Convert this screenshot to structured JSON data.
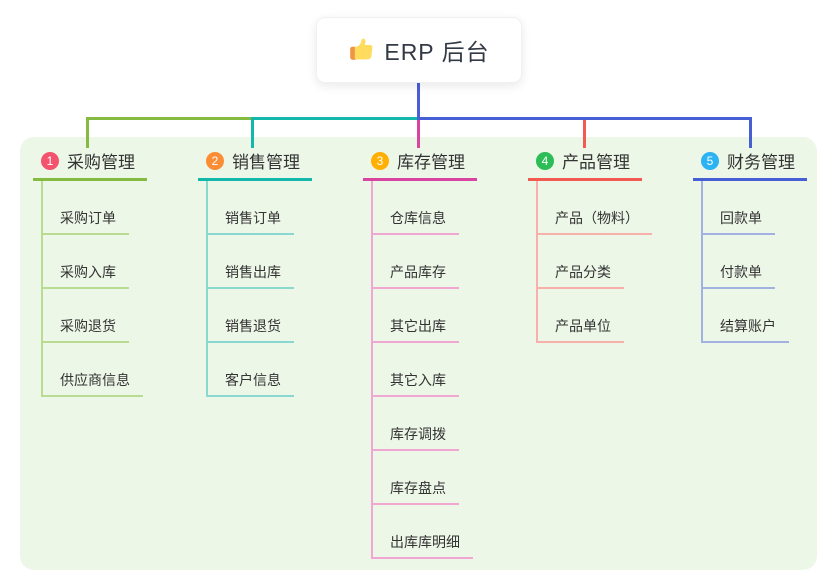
{
  "root": {
    "label": "ERP 后台",
    "icon": "thumbs-up"
  },
  "colors": {
    "page_bg": "#ffffff",
    "panel_bg": "#edf7e8",
    "stem": "#4a5ed8",
    "text_dark": "#333333",
    "root_text": "#333a45",
    "icon_yellow": "#FFDC5D",
    "icon_orange": "#EF9645"
  },
  "branches": [
    {
      "num": "1",
      "title": "采购管理",
      "color": "#85bb41",
      "light": "#badc92",
      "badge": "#f4536e",
      "items": [
        "采购订单",
        "采购入库",
        "采购退货",
        "供应商信息"
      ]
    },
    {
      "num": "2",
      "title": "销售管理",
      "color": "#14b8ab",
      "light": "#8ad8d0",
      "badge": "#fb8d35",
      "items": [
        "销售订单",
        "销售出库",
        "销售退货",
        "客户信息"
      ]
    },
    {
      "num": "3",
      "title": "库存管理",
      "color": "#d944a1",
      "light": "#f0a8d2",
      "badge": "#ffb003",
      "items": [
        "仓库信息",
        "产品库存",
        "其它出库",
        "其它入库",
        "库存调拨",
        "库存盘点",
        "出库库明细"
      ]
    },
    {
      "num": "4",
      "title": "产品管理",
      "color": "#f25b51",
      "light": "#f9b0aa",
      "badge": "#2dbd57",
      "items": [
        "产品（物料）",
        "产品分类",
        "产品单位"
      ]
    },
    {
      "num": "5",
      "title": "财务管理",
      "color": "#465fd5",
      "light": "#a3b0e2",
      "badge": "#2bb3f3",
      "items": [
        "回款单",
        "付款单",
        "结算账户"
      ]
    }
  ]
}
